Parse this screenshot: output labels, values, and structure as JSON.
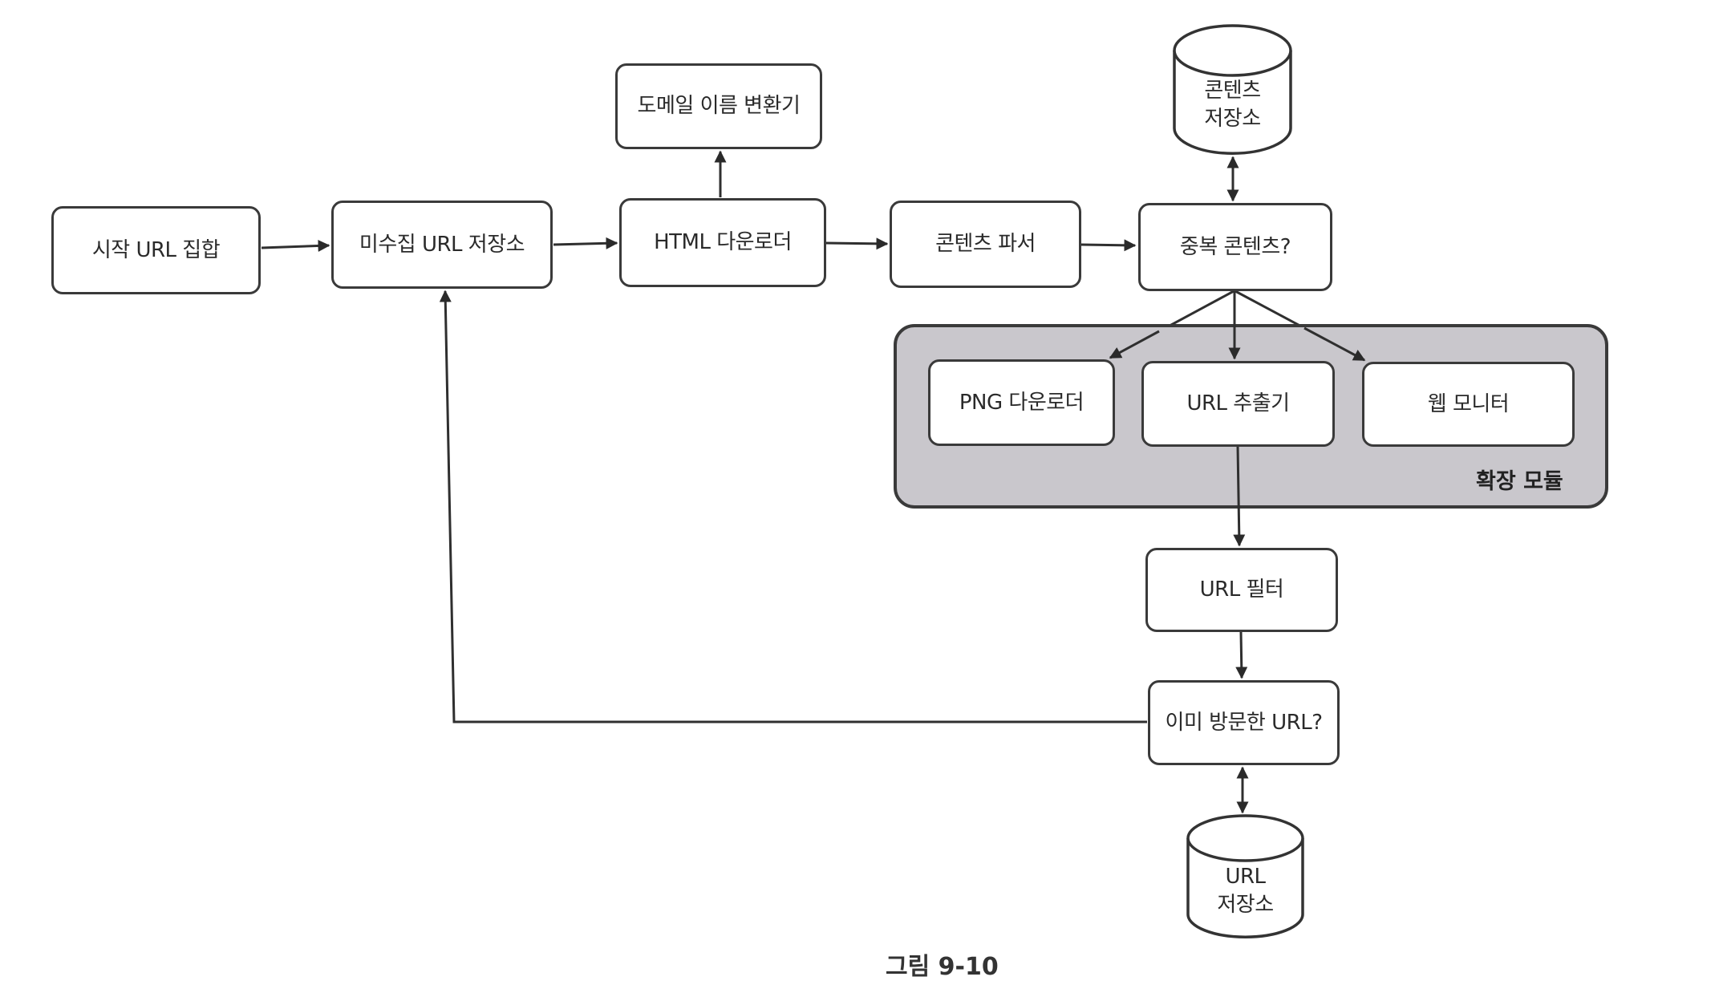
{
  "figure": {
    "caption": "그림 9-10",
    "nodes": {
      "seed_urls": "시작 URL 집합",
      "url_frontier": "미수집 URL 저장소",
      "html_downloader": "HTML 다운로더",
      "dns_resolver": "도메일 이름 변환기",
      "content_parser": "콘텐츠 파서",
      "content_seen": "중복 콘텐츠?",
      "content_storage_line1": "콘텐츠",
      "content_storage_line2": "저장소",
      "png_downloader": "PNG 다운로더",
      "url_extractor": "URL 추출기",
      "web_monitor": "웹 모니터",
      "url_filter": "URL 필터",
      "url_seen": "이미 방문한 URL?",
      "url_storage_line1": "URL",
      "url_storage_line2": "저장소"
    },
    "group": {
      "label": "확장 모듈"
    },
    "edges": [
      {
        "from": "seed_urls",
        "to": "url_frontier",
        "type": "arrow"
      },
      {
        "from": "url_frontier",
        "to": "html_downloader",
        "type": "arrow"
      },
      {
        "from": "html_downloader",
        "to": "dns_resolver",
        "type": "arrow"
      },
      {
        "from": "html_downloader",
        "to": "content_parser",
        "type": "arrow"
      },
      {
        "from": "content_parser",
        "to": "content_seen",
        "type": "arrow"
      },
      {
        "from": "content_seen",
        "to": "content_storage",
        "type": "bidirectional"
      },
      {
        "from": "content_seen",
        "to": "png_downloader",
        "type": "arrow"
      },
      {
        "from": "content_seen",
        "to": "url_extractor",
        "type": "arrow"
      },
      {
        "from": "content_seen",
        "to": "web_monitor",
        "type": "arrow"
      },
      {
        "from": "url_extractor",
        "to": "url_filter",
        "type": "arrow"
      },
      {
        "from": "url_filter",
        "to": "url_seen",
        "type": "arrow"
      },
      {
        "from": "url_seen",
        "to": "url_storage",
        "type": "bidirectional"
      },
      {
        "from": "url_seen",
        "to": "url_frontier",
        "type": "arrow"
      }
    ],
    "colors": {
      "stroke": "#3a3a3a",
      "group_fill": "#c9c7cc",
      "node_fill": "#ffffff"
    }
  }
}
